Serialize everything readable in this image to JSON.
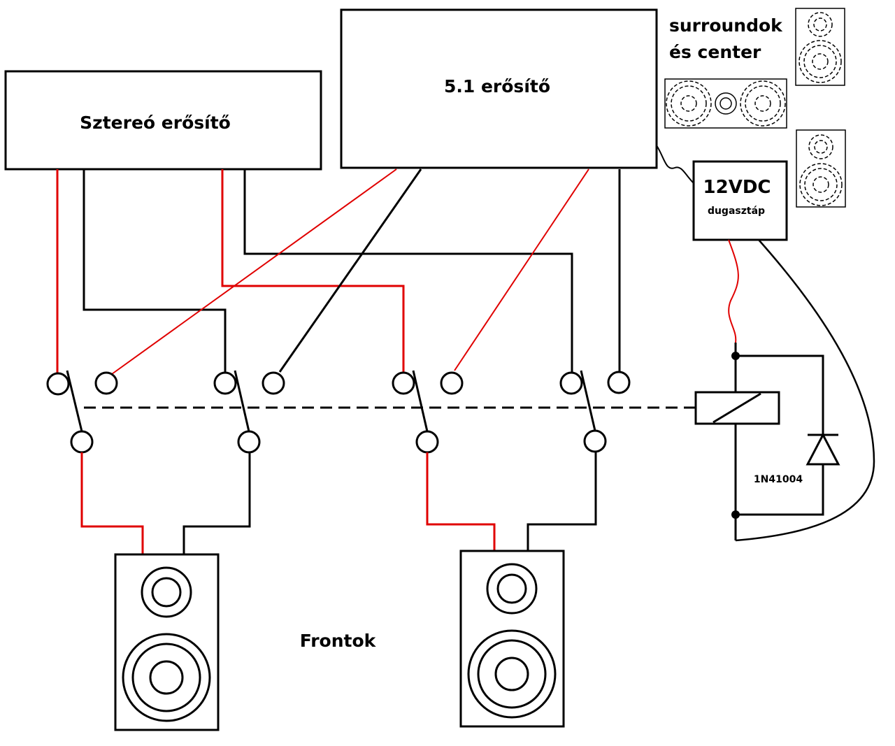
{
  "labels": {
    "stereo_amp": "Sztereó erősítő",
    "amp_51": "5.1 erősítő",
    "surround_line1": "surroundok",
    "surround_line2": "és center",
    "psu_title": "12VDC",
    "psu_sub": "dugasztáp",
    "diode": "1N41004",
    "fronts": "Frontok"
  },
  "colors": {
    "wire_hot": "#e00000",
    "wire_ground": "#000000"
  }
}
